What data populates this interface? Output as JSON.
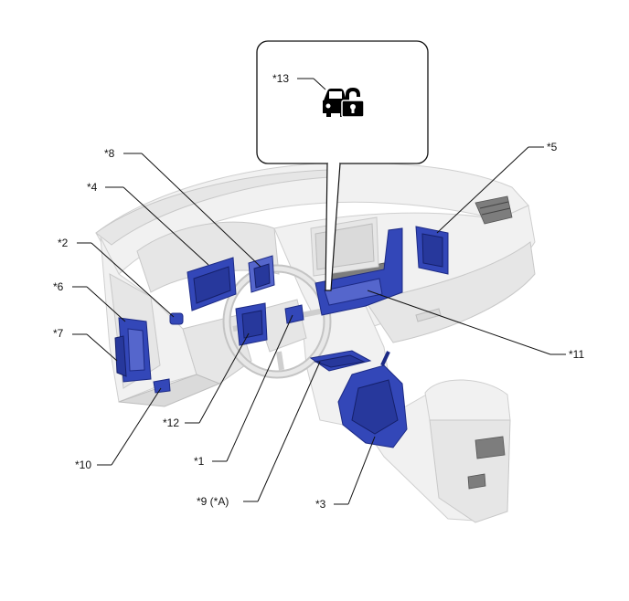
{
  "callouts": {
    "c1": "*1",
    "c2": "*2",
    "c3": "*3",
    "c4": "*4",
    "c5": "*5",
    "c6": "*6",
    "c7": "*7",
    "c8": "*8",
    "c9": "*9 (*A)",
    "c10": "*10",
    "c11": "*11",
    "c12": "*12",
    "c13": "*13"
  },
  "colors": {
    "component_highlight": "#3347b8",
    "dashboard": "#f1f1f1",
    "callout_text": "#111111"
  },
  "icons": {
    "inset_icon": "vehicle-unlock-icon"
  }
}
